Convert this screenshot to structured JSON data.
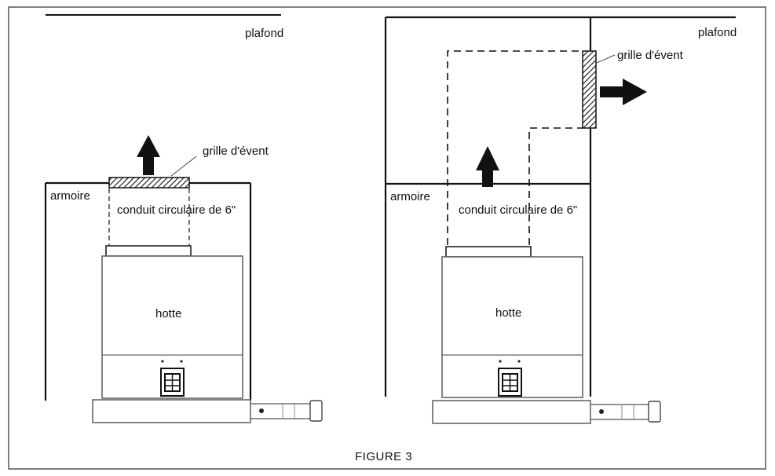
{
  "figure": {
    "caption": "FIGURE 3",
    "left_panel": {
      "ceiling_label": "plafond",
      "vent_label": "grille d'évent",
      "cabinet_label": "armoire",
      "duct_label": "conduit circulaire de 6\"",
      "hood_label": "hotte"
    },
    "right_panel": {
      "ceiling_label": "plafond",
      "vent_label": "grille d'évent",
      "cabinet_label": "armoire",
      "duct_label": "conduit circulaire de 6\"",
      "hood_label": "hotte"
    }
  },
  "colors": {
    "line": "#111111",
    "border": "#555555",
    "hood_line": "#666666"
  },
  "icons": [
    "up-arrow-icon",
    "right-arrow-icon",
    "hatched-vent-grille-icon",
    "hood-control-knob-icon"
  ]
}
